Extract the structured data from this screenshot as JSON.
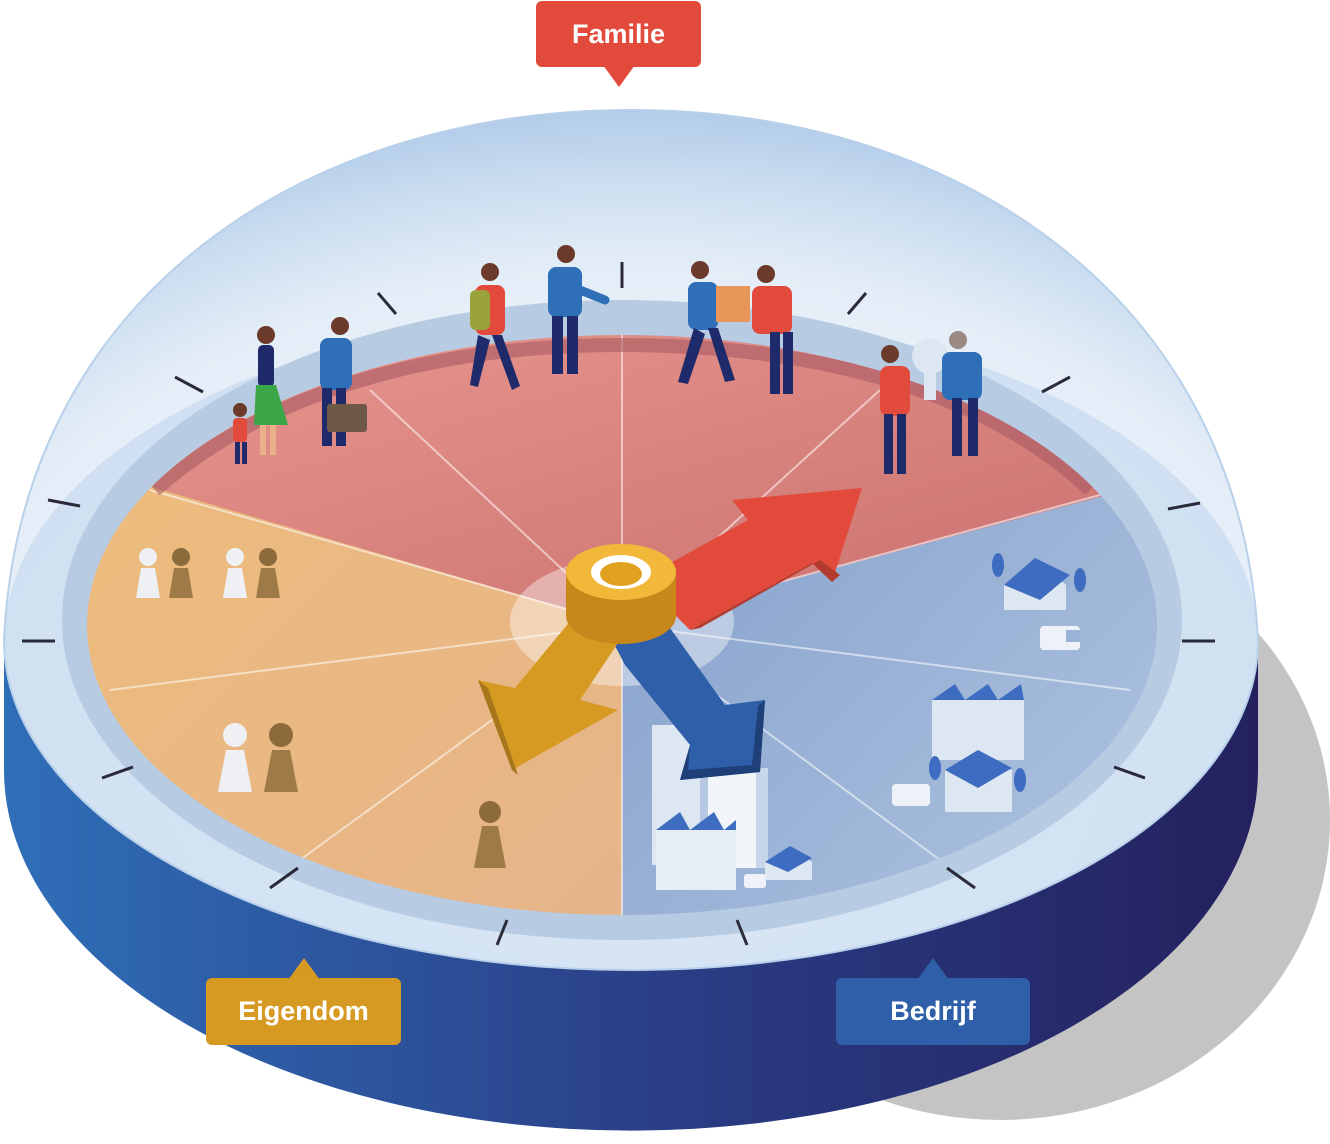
{
  "labels": {
    "familie": "Familie",
    "eigendom": "Eigendom",
    "bedrijf": "Bedrijf"
  },
  "colors": {
    "familie": "#e24b3b",
    "eigendom": "#d69a22",
    "bedrijf": "#2f5fa8",
    "base_light": "#2f6fb8",
    "base_dark": "#24215e",
    "dome": "#d9e6f4",
    "familie_sector": "#e08a86",
    "eigendom_sector": "#eeba7c",
    "bedrijf_sector": "#9ab2d6"
  }
}
